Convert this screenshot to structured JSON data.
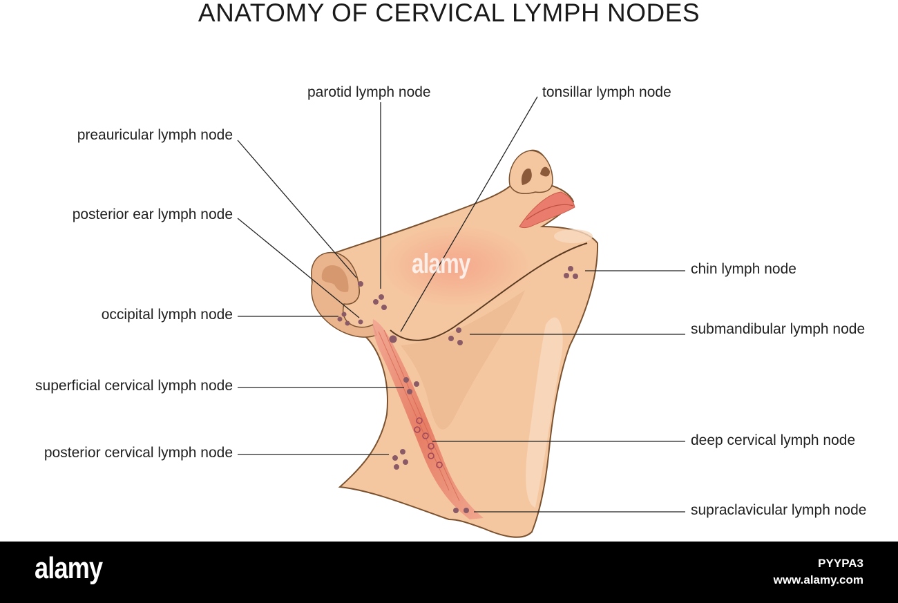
{
  "title": "ANATOMY OF CERVICAL LYMPH NODES",
  "labels": {
    "parotid": "parotid lymph node",
    "tonsillar": "tonsillar lymph node",
    "preauricular": "preauricular lymph node",
    "posterior_ear": "posterior ear lymph node",
    "occipital": "occipital lymph node",
    "superficial_cervical": "superficial cervical lymph node",
    "posterior_cervical": "posterior cervical lymph node",
    "chin": "chin lymph node",
    "submandibular": "submandibular lymph node",
    "deep_cervical": "deep cervical lymph node",
    "supraclavicular": "supraclavicular lymph node"
  },
  "watermark": "alamy",
  "footer": {
    "brand": "alamy",
    "image_code": "PYYPA3",
    "site": "www.alamy.com"
  },
  "colors": {
    "skin": "#f5c7a0",
    "skin_shadow": "#e9b088",
    "outline": "#7a5230",
    "node": "#8a5a66",
    "muscle": "#e8806e",
    "lips": "#e97c6c",
    "leader_line": "#222222"
  }
}
